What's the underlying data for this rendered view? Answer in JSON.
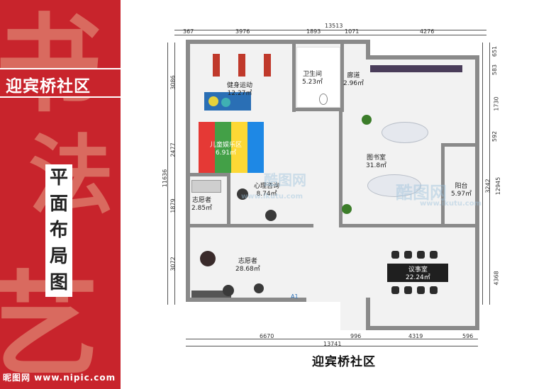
{
  "side": {
    "community": "迎宾桥社区",
    "title_chars": [
      "平",
      "面",
      "布",
      "局",
      "图"
    ],
    "footer_logo": "昵图网 www.nipic.com"
  },
  "plan": {
    "title": "迎宾桥社区",
    "top_dims": [
      "13513",
      "367",
      "3976",
      "1893",
      "1071",
      "4276"
    ],
    "bottom_dims": [
      "6670",
      "996",
      "4319",
      "596",
      "13741"
    ],
    "left_dims": [
      "3086",
      "2477",
      "11636",
      "1879",
      "3072"
    ],
    "right_dims": [
      "651",
      "583",
      "1730",
      "592",
      "3242",
      "12945",
      "4368"
    ],
    "rooms": {
      "fitness": {
        "name": "健身运动",
        "area": "12.27㎡"
      },
      "wc": {
        "name": "卫生间",
        "area": "5.23㎡"
      },
      "corridor": {
        "name": "廊道",
        "area": "2.96㎡"
      },
      "kids": {
        "name": "儿童娱乐区",
        "area": "6.91㎡"
      },
      "library": {
        "name": "图书室",
        "area": "31.8㎡"
      },
      "counsel": {
        "name": "心理咨询",
        "area": "8.74㎡"
      },
      "balcony": {
        "name": "阳台",
        "area": "5.97㎡"
      },
      "vol_small": {
        "name": "志愿者",
        "area": "2.85㎡"
      },
      "vol_large": {
        "name": "志愿者",
        "area": "28.68㎡"
      },
      "meeting": {
        "name": "议事室",
        "area": "22.24㎡"
      }
    },
    "door_tag": "A1"
  },
  "watermark": {
    "text": "酷图网",
    "url": "www.ikutu.com"
  },
  "colors": {
    "panel_red": "#c8242c",
    "brush": "#e8a489",
    "wall": "#8a8a8a",
    "floor": "#f2f2f2"
  }
}
